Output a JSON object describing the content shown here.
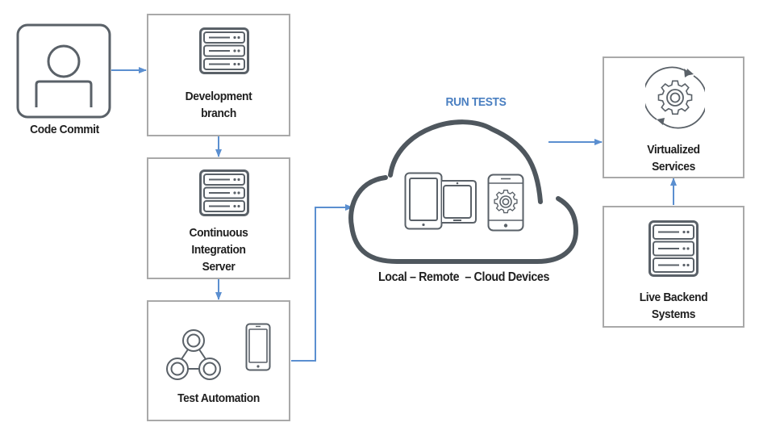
{
  "diagram": {
    "nodes": {
      "code_commit": {
        "label": "Code Commit",
        "icon": "user-icon"
      },
      "development_branch": {
        "label_line1": "Development",
        "label_line2": "branch",
        "icon": "server-rack-icon"
      },
      "ci_server": {
        "label_line1": "Continuous",
        "label_line2": "Integration",
        "label_line3": "Server",
        "icon": "server-rack-icon"
      },
      "test_automation": {
        "label": "Test Automation",
        "icons": [
          "workflow-nodes-icon",
          "smartphone-icon"
        ]
      },
      "cloud_devices": {
        "title": "RUN TESTS",
        "label": "Local – Remote  – Cloud Devices",
        "icons": [
          "tablet-icon",
          "landscape-tablet-icon",
          "phone-gear-icon"
        ]
      },
      "virtualized_services": {
        "label_line1": "Virtualized",
        "label_line2": "Services",
        "icon": "gear-cycle-icon"
      },
      "live_backend": {
        "label_line1": "Live Backend",
        "label_line2": "Systems",
        "icon": "server-rack-icon"
      }
    },
    "edges": [
      {
        "from": "code_commit",
        "to": "development_branch"
      },
      {
        "from": "development_branch",
        "to": "ci_server"
      },
      {
        "from": "ci_server",
        "to": "test_automation"
      },
      {
        "from": "test_automation",
        "to": "cloud_devices"
      },
      {
        "from": "cloud_devices",
        "to": "virtualized_services"
      },
      {
        "from": "live_backend",
        "to": "virtualized_services"
      }
    ],
    "colors": {
      "arrow": "#5b8fd0",
      "box_border": "#a9a9a9",
      "icon_stroke": "#5a6168",
      "accent_text": "#4a7fc1"
    }
  }
}
